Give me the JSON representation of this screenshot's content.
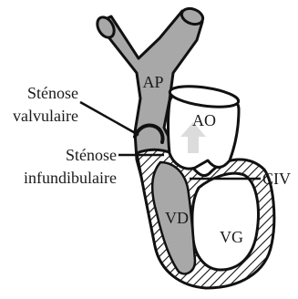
{
  "labels": {
    "ap": "AP",
    "ao": "AO",
    "vd": "VD",
    "vg": "VG",
    "civ": "CIV",
    "stenose_valvulaire_line1": "Sténose",
    "stenose_valvulaire_line2": "valvulaire",
    "stenose_infundibulaire_line1": "Sténose",
    "stenose_infundibulaire_line2": "infundibulaire"
  },
  "colors": {
    "outline": "#111111",
    "chamber_fill": "#a8a8a8",
    "aorta_fill": "#ffffff",
    "hatch": "#111111",
    "arrow": "#dcdcdc"
  }
}
